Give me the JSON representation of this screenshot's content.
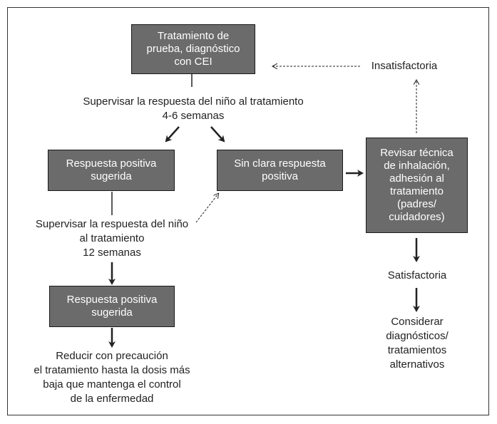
{
  "boxes": {
    "trial": "Tratamiento de\nprueba, diagnóstico\ncon CEI",
    "positive1": "Respuesta positiva\nsugerida",
    "no_clear": "Sin clara respuesta\npositiva",
    "review": "Revisar técnica\nde inhalación,\nadhesión al\ntratamiento\n(padres/\ncuidadores)",
    "positive2": "Respuesta positiva\nsugerida"
  },
  "labels": {
    "monitor_4_6": "Supervisar la respuesta del niño al tratamiento\n4-6 semanas",
    "monitor_12": "Supervisar la respuesta del niño\nal tratamiento\n12 semanas",
    "unsatisfactory": "Insatisfactoria",
    "satisfactory": "Satisfactoria",
    "consider": "Considerar\ndiagnósticos/\ntratamientos\nalternativos",
    "reduce": "Reducir con precaución\nel tratamiento hasta la dosis más\nbaja que mantenga el control\nde la enfermedad"
  },
  "colors": {
    "box_fill": "#6b6b6b",
    "box_text": "#ffffff",
    "line": "#222222"
  }
}
